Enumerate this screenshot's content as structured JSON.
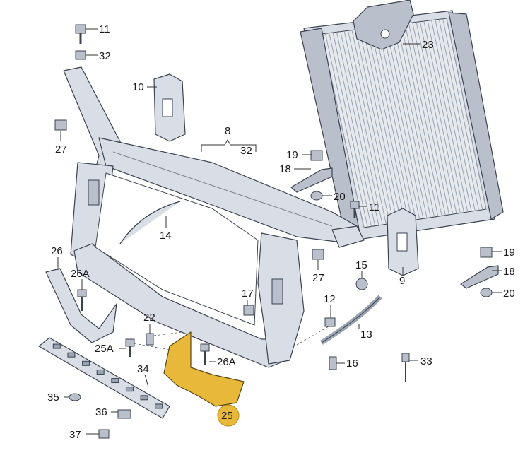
{
  "diagram": {
    "callouts": {
      "c11a": "11",
      "c32a": "32",
      "c10": "10",
      "c8": "8",
      "c32b": "32",
      "c23": "23",
      "c27a": "27",
      "c19a": "19",
      "c18a": "18",
      "c20a": "20",
      "c11b": "11",
      "c14": "14",
      "c26": "26",
      "c26A": "26A",
      "c9": "9",
      "c19b": "19",
      "c18b": "18",
      "c27b": "27",
      "c15": "15",
      "c20b": "20",
      "c17": "17",
      "c12": "12",
      "c22": "22",
      "c13": "13",
      "c25A": "25A",
      "c26Ab": "26A",
      "c34": "34",
      "c16": "16",
      "c33": "33",
      "c35": "35",
      "c36": "36",
      "c37": "37",
      "c25": "25"
    },
    "colors": {
      "part_fill": "#d9dee6",
      "part_outline": "#3c4350",
      "highlight": "#e8b83a"
    }
  }
}
